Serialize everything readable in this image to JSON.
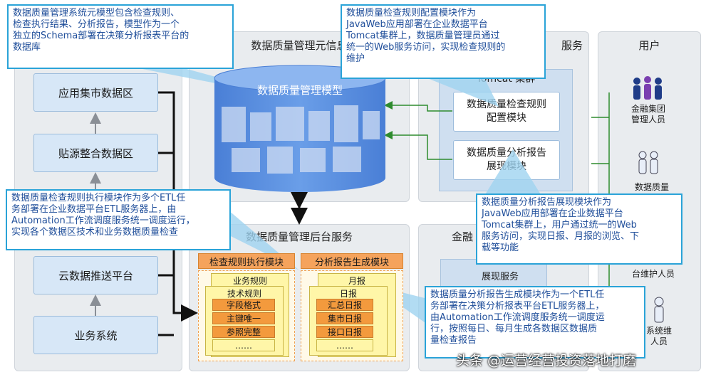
{
  "sources": {
    "items": [
      "应用集市数据区",
      "贴源整合数据区",
      "云数据推送平台",
      "业务系统"
    ]
  },
  "meta_panel": {
    "title": "数据质量管理元信息",
    "db_label": "数据质量管理模型"
  },
  "web_panel": {
    "title_suffix": "服务",
    "cluster": "Tomcat 集群",
    "config_module": [
      "数据质量检查规则",
      "配置模块"
    ],
    "report_module": [
      "数据质量分析报告",
      "展现模块"
    ]
  },
  "backend_panel": {
    "title": "数据质量管理后台服务",
    "exec_module": "检查规则执行模块",
    "report_gen_module": "分析报告生成模块",
    "exec_cards": [
      "业务规则",
      "技术规则"
    ],
    "exec_rows": [
      "字段格式",
      "主键唯一",
      "参照完整",
      "……"
    ],
    "gen_cards": [
      "月报",
      "日报"
    ],
    "gen_rows": [
      "汇总日报",
      "集市日报",
      "接口日报",
      "……"
    ]
  },
  "fin_panel": {
    "title_prefix": "金融",
    "inner": "展现服务"
  },
  "users": {
    "title": "用户",
    "items": [
      {
        "label": [
          "金融集团",
          "管理人员"
        ]
      },
      {
        "label": [
          "数据质量"
        ]
      },
      {
        "label": [
          "台维护人员"
        ]
      },
      {
        "label": [
          "系统维",
          "人员"
        ]
      }
    ]
  },
  "callouts": {
    "top_left": [
      "数据质量管理系统元模型包含检查规则、",
      "检查执行结果、分析报告，模型作为一个",
      "独立的Schema部署在决策分析报表平台的",
      "数据库"
    ],
    "top_center": [
      "数据质量检查规则配置模块作为",
      "JavaWeb应用部署在企业数据平台",
      "Tomcat集群上，数据质量管理员通过",
      "统一的Web服务访问，实现检查规则的",
      "维护"
    ],
    "mid_left": [
      "数据质量检查规则执行模块作为多个ETL任",
      "务部署在企业数据平台ETL服务器上，由",
      "Automation工作流调度服务统一调度运行，",
      "实现各个数据区技术和业务数据质量检查"
    ],
    "right": [
      "数据质量分析报告展现模块作为",
      "JavaWeb应用部署在企业数据平台",
      "Tomcat集群上，用户通过统一的Web",
      "服务访问，实现日报、月报的浏览、下",
      "载等功能"
    ],
    "bottom_right": [
      "数据质量分析报告生成模块作为一个ETL任",
      "务部署在决策分析报表平台ETL服务器上，",
      "由Automation工作流调度服务统一调度运",
      "行，按照每日、每月生成各数据区数据质",
      "量检查报告"
    ]
  },
  "watermark": "头条 @运营经营投资落地打磨",
  "colors": {
    "callout_border": "#2aa3d8",
    "callout_text": "#1f4e9a",
    "db_fill": "#5b8fe0",
    "module_header": "#f5a35c",
    "rule_card": "#fff6a8",
    "rule_row": "#f39a3d",
    "arrow_green": "#2e8b2e"
  }
}
